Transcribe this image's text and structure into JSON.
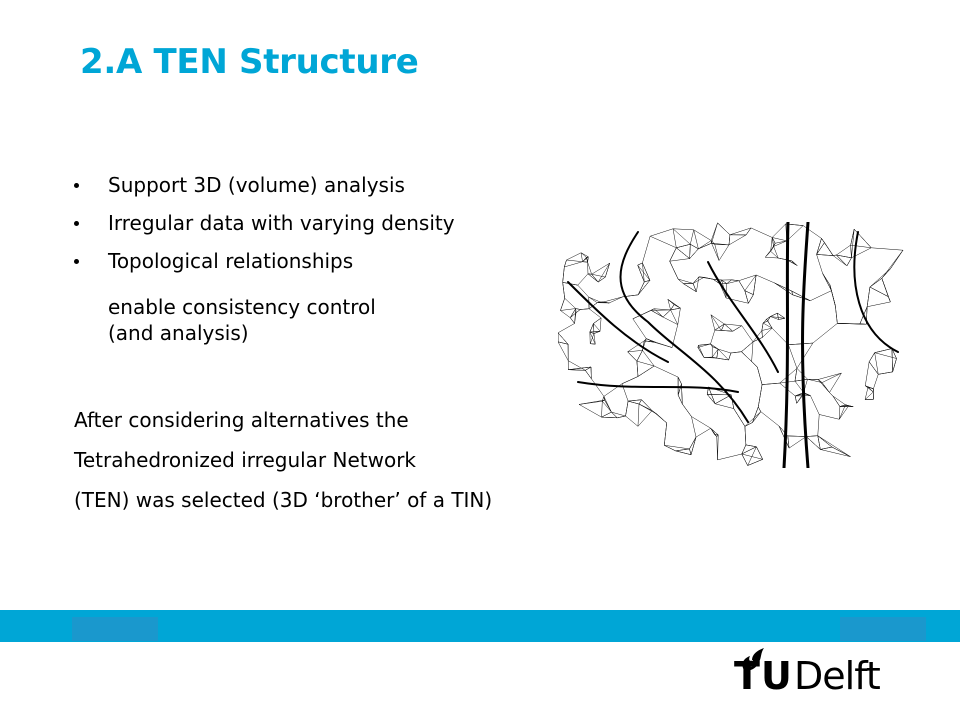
{
  "slide": {
    "title": "2.A TEN Structure",
    "bullets": [
      "Support 3D (volume) analysis",
      "Irregular data with varying density",
      "Topological relationships"
    ],
    "sub_text_lines": [
      "enable consistency control",
      "(and analysis)"
    ],
    "paragraph_lines": [
      "After considering alternatives the",
      "Tetrahedronized irregular Network",
      "(TEN) was selected (3D ‘brother’ of a TIN)"
    ]
  },
  "logo": {
    "t": "T",
    "u": "U",
    "word": "Delft"
  },
  "colors": {
    "accent": "#00a6d6",
    "band_block": "#1a98cd",
    "text": "#000000"
  },
  "icons": {
    "figure": "triangulated-terrain-mesh",
    "logo_mark": "flame-icon"
  }
}
